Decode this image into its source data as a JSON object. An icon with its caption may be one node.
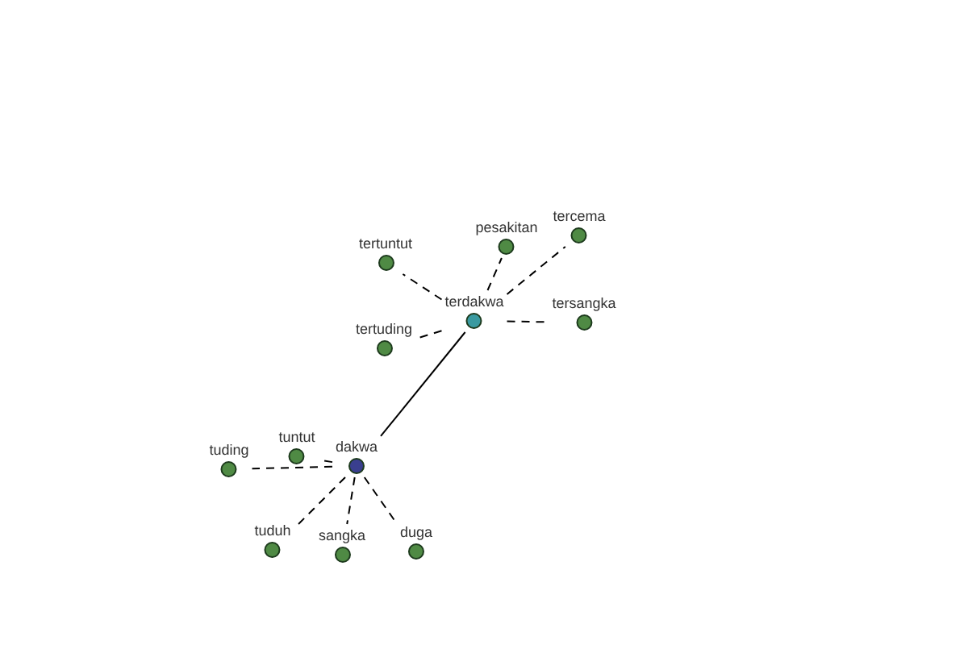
{
  "diagram": {
    "nodes": [
      {
        "text": [
          "tercema"
        ]
      },
      {
        "text": [
          "pesakitan"
        ]
      },
      {
        "text": [
          "tertuntut"
        ]
      },
      {
        "text": [
          "tersangka"
        ]
      },
      {
        "text": [
          "terdakwa"
        ]
      },
      {
        "text": [
          "tertuding"
        ]
      },
      {
        "text": [
          "tuntut"
        ]
      },
      {
        "text": [
          "dakwa"
        ]
      },
      {
        "text": [
          "tuding"
        ]
      },
      {
        "text": [
          "tuduh"
        ]
      },
      {
        "text": [
          "sangka"
        ]
      },
      {
        "text": [
          "duga"
        ]
      }
    ],
    "edges": [
      {
        "from": 4,
        "to": 0,
        "arrow": "none",
        "style": "dashed"
      },
      {
        "from": 4,
        "to": 1,
        "arrow": "none",
        "style": "dashed"
      },
      {
        "from": 4,
        "to": 2,
        "arrow": "none",
        "style": "dashed"
      },
      {
        "from": 4,
        "to": 3,
        "arrow": "none",
        "style": "dashed"
      },
      {
        "from": 4,
        "to": 5,
        "arrow": "none",
        "style": "dashed"
      },
      {
        "from": 7,
        "to": 4,
        "arrow": "none"
      },
      {
        "from": 7,
        "to": 6,
        "arrow": "none",
        "style": "dashed"
      },
      {
        "from": 7,
        "to": 8,
        "arrow": "none",
        "style": "dashed"
      },
      {
        "from": 7,
        "to": 9,
        "arrow": "none",
        "style": "dashed"
      },
      {
        "from": 7,
        "to": 10,
        "arrow": "none",
        "style": "dashed"
      },
      {
        "from": 7,
        "to": 11,
        "arrow": "none",
        "style": "dashed"
      }
    ]
  }
}
